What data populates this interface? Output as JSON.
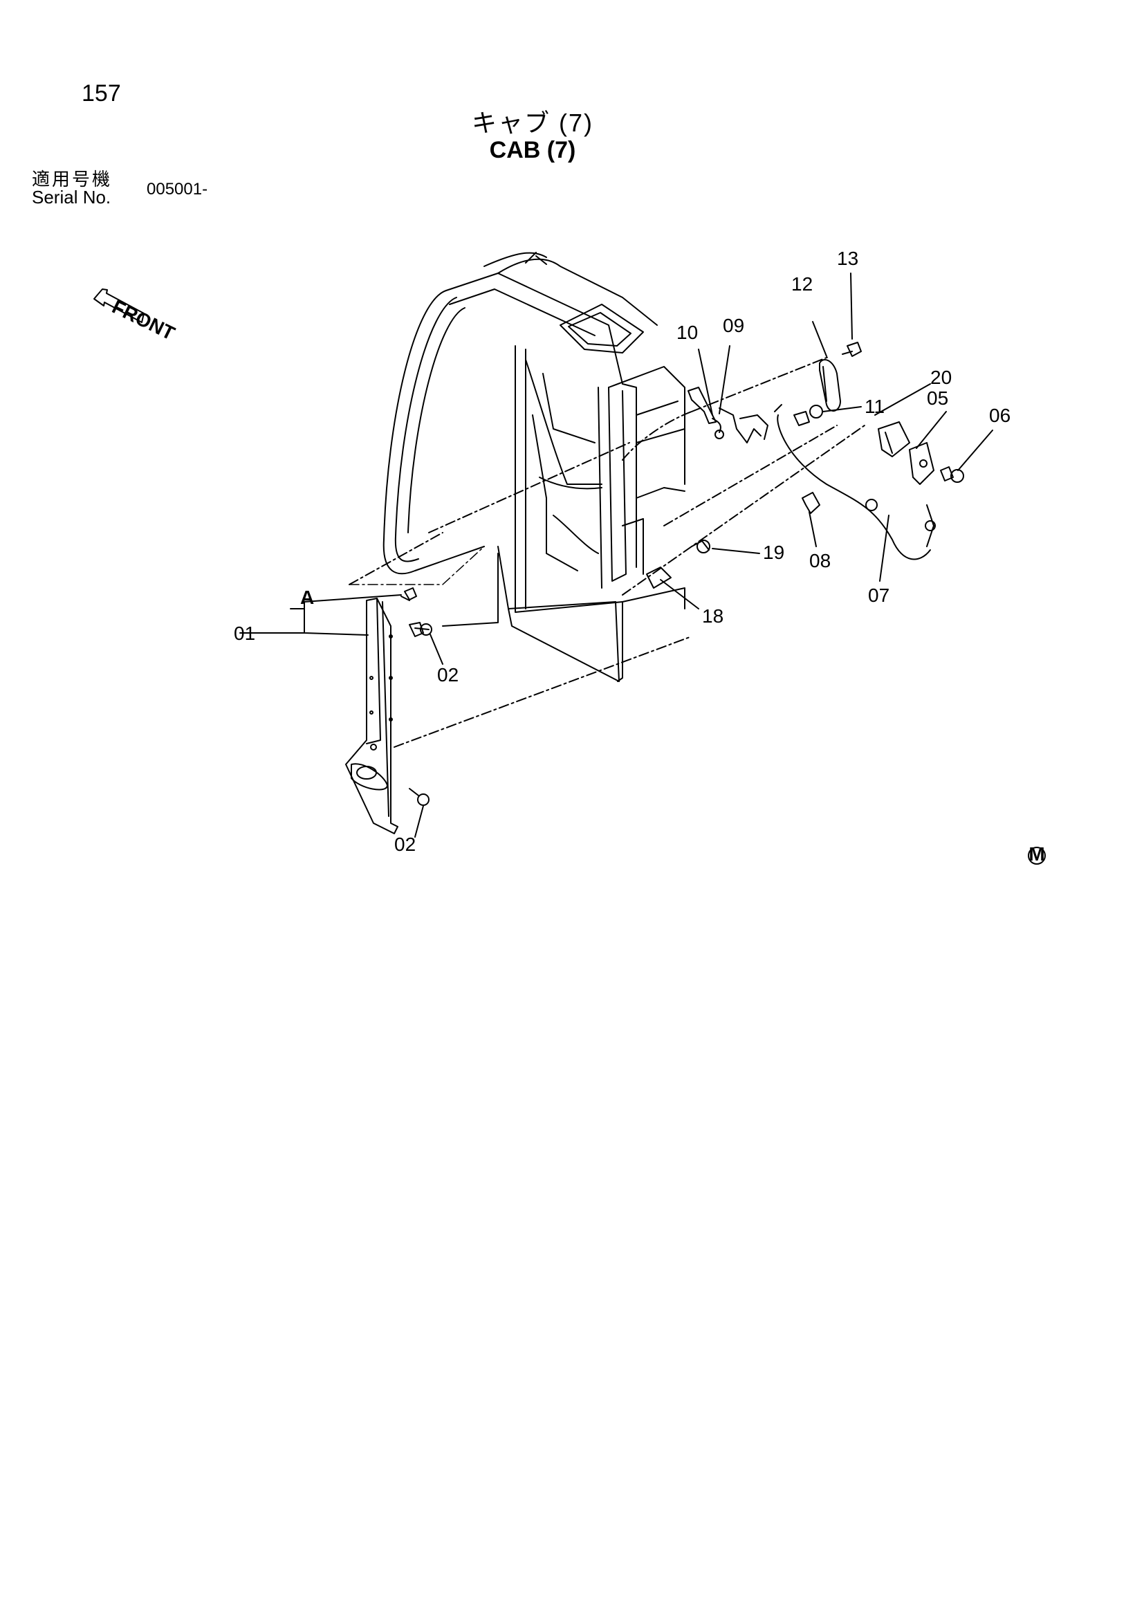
{
  "header": {
    "page_number": "157",
    "title_ja": "キャブ (7)",
    "title_en": "CAB (7)",
    "serial_label_ja": "適用号機",
    "serial_label_en": "Serial No.",
    "serial_value": "005001-"
  },
  "front_arrow_label": "FRONT",
  "detail_label": "A",
  "mark_label": "M",
  "callouts": [
    "01",
    "02",
    "02",
    "05",
    "06",
    "07",
    "08",
    "09",
    "10",
    "11",
    "12",
    "13",
    "18",
    "19",
    "20"
  ]
}
